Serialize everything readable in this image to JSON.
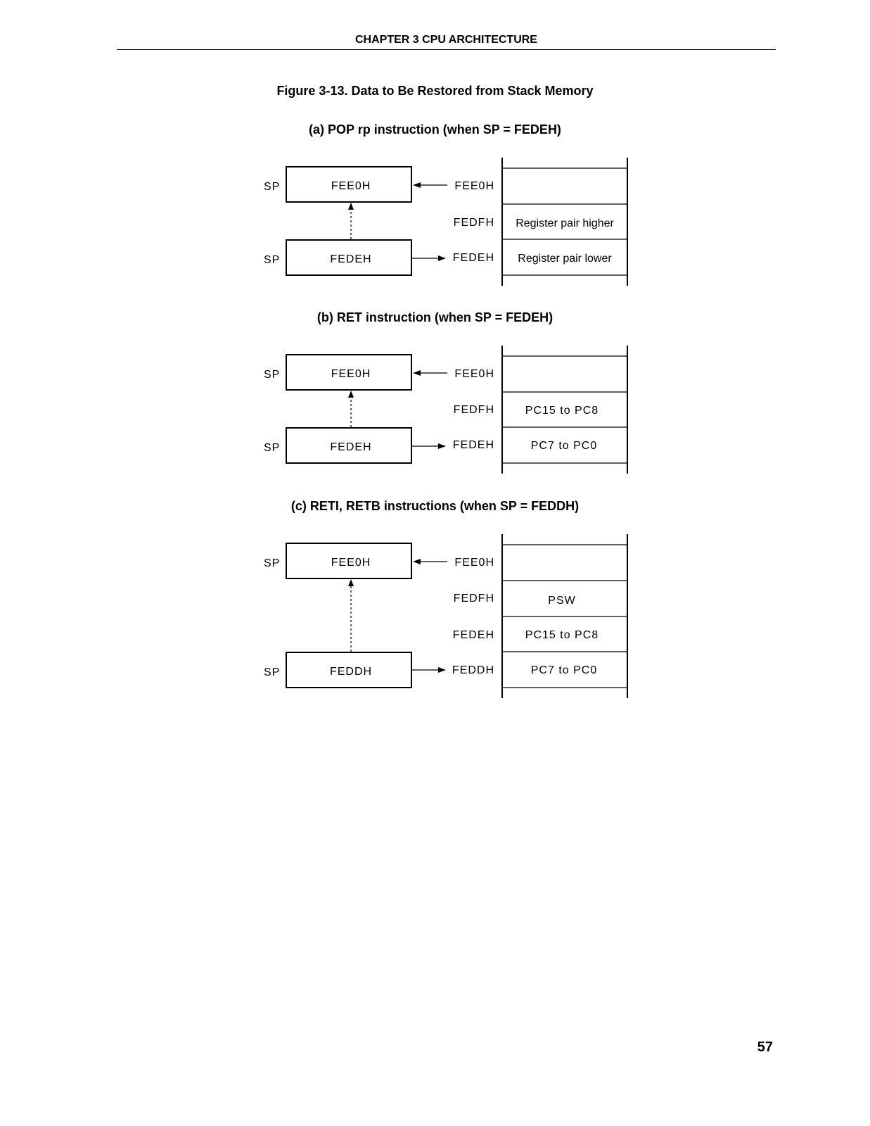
{
  "header": {
    "chapter": "CHAPTER  3   CPU  ARCHITECTURE"
  },
  "figure": {
    "title": "Figure 3-13.  Data to Be Restored from Stack Memory"
  },
  "diagrams": [
    {
      "caption": "(a)  POP rp instruction (when SP = FEDEH)",
      "sp_label": "SP",
      "top_box": "FEE0H",
      "bottom_box": "FEDEH",
      "addresses": [
        "FEE0H",
        "FEDFH",
        "FEDEH"
      ],
      "cells": [
        "",
        "Register pair higher",
        "Register pair lower"
      ]
    },
    {
      "caption": "(b)  RET instruction (when SP = FEDEH)",
      "sp_label": "SP",
      "top_box": "FEE0H",
      "bottom_box": "FEDEH",
      "addresses": [
        "FEE0H",
        "FEDFH",
        "FEDEH"
      ],
      "cells": [
        "",
        "PC15 to PC8",
        "PC7 to PC0"
      ]
    },
    {
      "caption": "(c)  RETI, RETB instructions (when SP = FEDDH)",
      "sp_label": "SP",
      "top_box": "FEE0H",
      "bottom_box": "FEDDH",
      "addresses": [
        "FEE0H",
        "FEDFH",
        "FEDEH",
        "FEDDH"
      ],
      "cells": [
        "",
        "PSW",
        "PC15 to PC8",
        "PC7 to PC0"
      ]
    }
  ],
  "page_number": "57"
}
